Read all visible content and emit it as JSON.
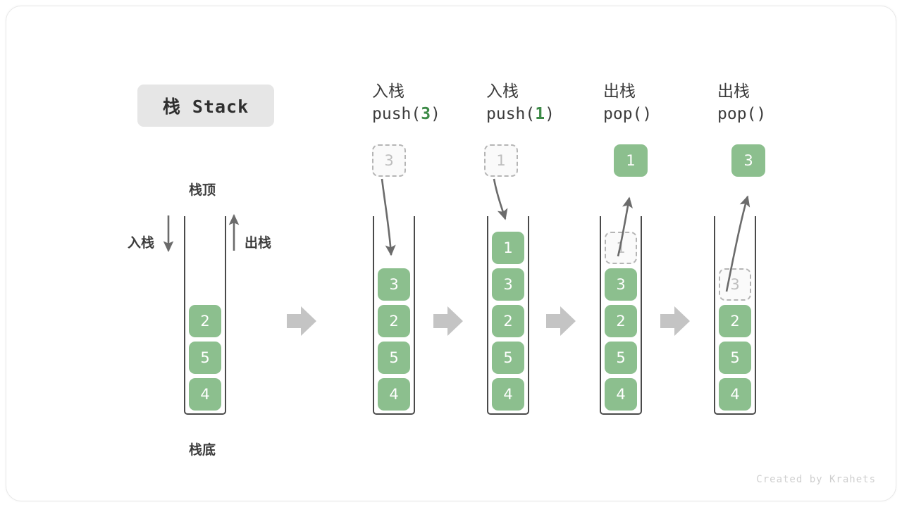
{
  "title_badge": "栈 Stack",
  "watermark": "Created by Krahets",
  "colors": {
    "element_fill": "#8cbf8e",
    "element_text": "#ffffff",
    "ghost_fill": "#fafafa",
    "ghost_border": "#b5b5b5",
    "ghost_text": "#bdbdbd",
    "container_wall": "#4a4a4a",
    "flow_arrow": "#c4c4c4",
    "motion_arrow": "#6b6b6b",
    "accent_green_text": "#3d8a47",
    "badge_bg": "#e6e6e6",
    "label_text": "#3c3c3c"
  },
  "base_stack": {
    "top_label": "栈顶",
    "bottom_label": "栈底",
    "push_label": "入栈",
    "pop_label": "出栈",
    "elements": [
      "2",
      "5",
      "4"
    ]
  },
  "steps": [
    {
      "id": "push-3",
      "cn_label": "入栈",
      "op_prefix": "push(",
      "op_value": "3",
      "op_suffix": ")",
      "operation": "push",
      "incoming_value": "3",
      "elements": [
        "3",
        "2",
        "5",
        "4"
      ],
      "ghost_index": null
    },
    {
      "id": "push-1",
      "cn_label": "入栈",
      "op_prefix": "push(",
      "op_value": "1",
      "op_suffix": ")",
      "operation": "push",
      "incoming_value": "1",
      "elements": [
        "1",
        "3",
        "2",
        "5",
        "4"
      ],
      "ghost_index": null
    },
    {
      "id": "pop-1",
      "cn_label": "出栈",
      "op_prefix": "pop(",
      "op_value": "",
      "op_suffix": ")",
      "operation": "pop",
      "outgoing_value": "1",
      "elements": [
        "1",
        "3",
        "2",
        "5",
        "4"
      ],
      "ghost_index": 0
    },
    {
      "id": "pop-3",
      "cn_label": "出栈",
      "op_prefix": "pop(",
      "op_value": "",
      "op_suffix": ")",
      "operation": "pop",
      "outgoing_value": "3",
      "elements": [
        "3",
        "2",
        "5",
        "4"
      ],
      "ghost_index": 0
    }
  ],
  "flow_arrows": 4
}
